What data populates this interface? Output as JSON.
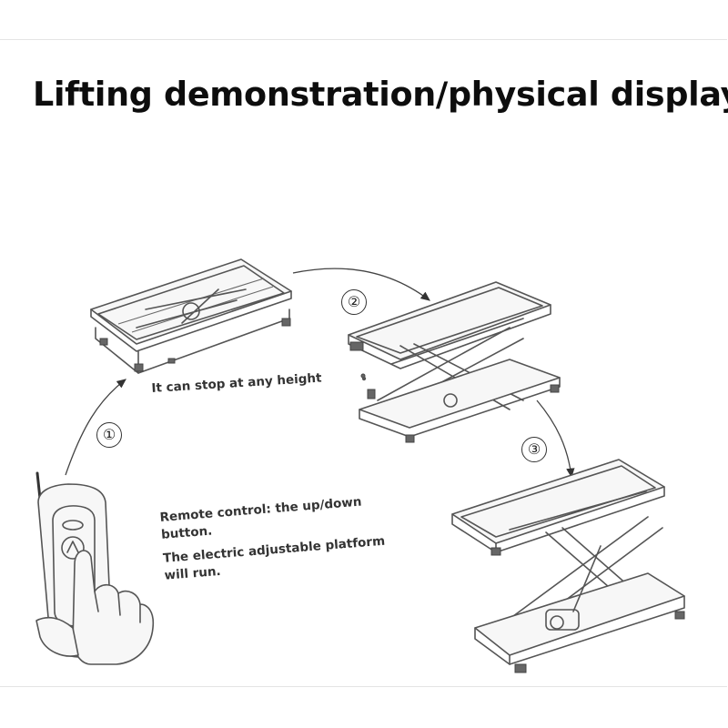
{
  "title": "Lifting demonstration/physical display",
  "steps": [
    {
      "label": "①"
    },
    {
      "label": "②"
    },
    {
      "label": "③"
    }
  ],
  "notes": {
    "stop_any_height": "It can stop at any height",
    "remote_line1": "Remote control: the up/down",
    "remote_line2": "button.",
    "remote_line3": "The electric adjustable platform",
    "remote_line4": "will run."
  },
  "icons": {
    "remote": "remote-control-icon",
    "hand": "pressing-hand-icon",
    "platform": "scissor-lift-platform-icon"
  }
}
